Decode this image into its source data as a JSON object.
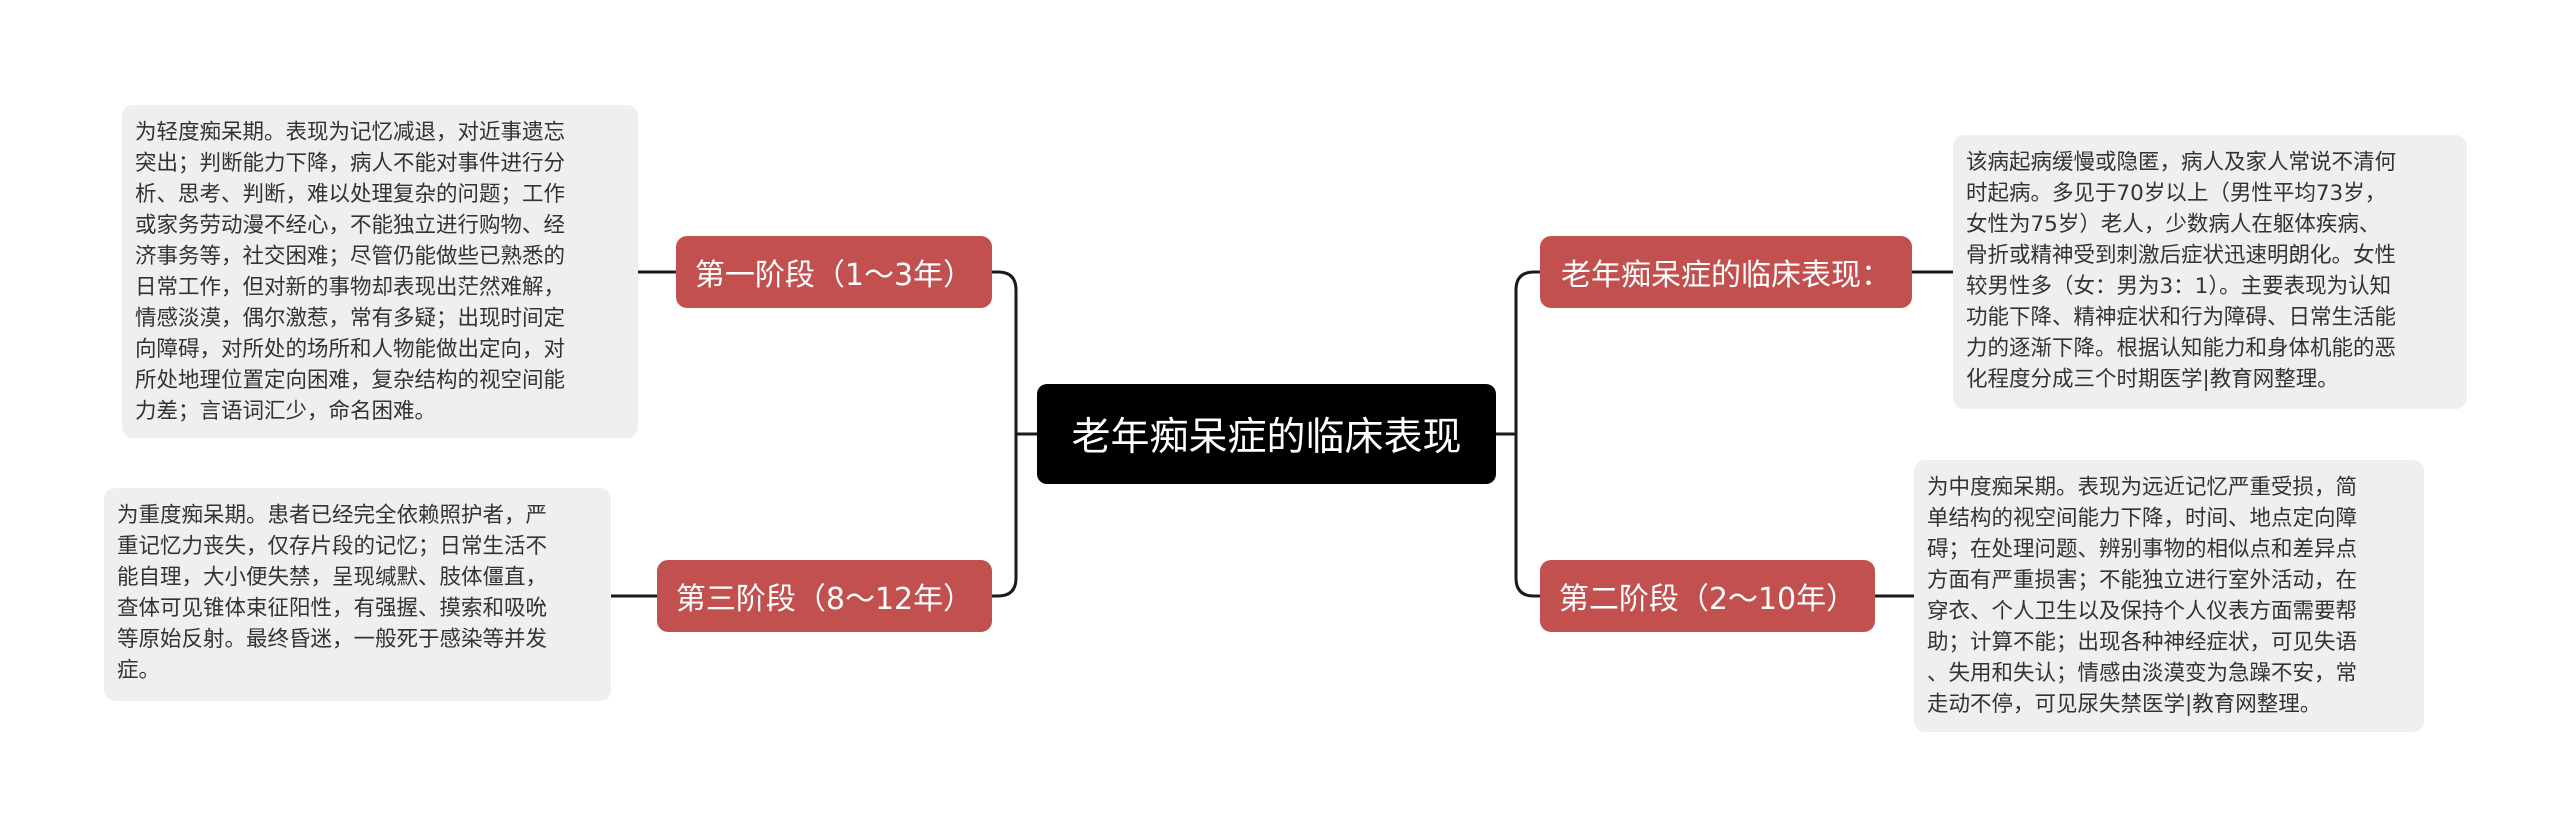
{
  "root": {
    "title": "老年痴呆症的临床表现"
  },
  "branches": {
    "stage1": {
      "label": "第一阶段（1～3年）"
    },
    "stage3": {
      "label": "第三阶段（8～12年）"
    },
    "overview": {
      "label": "老年痴呆症的临床表现："
    },
    "stage2": {
      "label": "第二阶段（2～10年）"
    }
  },
  "notes": {
    "stage1": "为轻度痴呆期。表现为记忆减退，对近事遗忘\n突出；判断能力下降，病人不能对事件进行分\n析、思考、判断，难以处理复杂的问题；工作\n或家务劳动漫不经心，不能独立进行购物、经\n济事务等，社交困难；尽管仍能做些已熟悉的\n日常工作，但对新的事物却表现出茫然难解，\n情感淡漠，偶尔激惹，常有多疑；出现时间定\n向障碍，对所处的场所和人物能做出定向，对\n所处地理位置定向困难，复杂结构的视空间能\n力差；言语词汇少，命名困难。",
    "stage3": "为重度痴呆期。患者已经完全依赖照护者，严\n重记忆力丧失，仅存片段的记忆；日常生活不\n能自理，大小便失禁，呈现缄默、肢体僵直，\n查体可见锥体束征阳性，有强握、摸索和吸吮\n等原始反射。最终昏迷，一般死于感染等并发\n症。",
    "overview": "该病起病缓慢或隐匿，病人及家人常说不清何\n时起病。多见于70岁以上（男性平均73岁，\n女性为75岁）老人，少数病人在躯体疾病、\n骨折或精神受到刺激后症状迅速明朗化。女性\n较男性多（女：男为3：1）。主要表现为认知\n功能下降、精神症状和行为障碍、日常生活能\n力的逐渐下降。根据认知能力和身体机能的恶\n化程度分成三个时期医学|教育网整理。",
    "stage2": "为中度痴呆期。表现为远近记忆严重受损，简\n单结构的视空间能力下降，时间、地点定向障\n碍；在处理问题、辨别事物的相似点和差异点\n方面有严重损害；不能独立进行室外活动，在\n穿衣、个人卫生以及保持个人仪表方面需要帮\n助；计算不能；出现各种神经症状，可见失语\n、失用和失认；情感由淡漠变为急躁不安，常\n走动不停，可见尿失禁医学|教育网整理。"
  },
  "colors": {
    "root_bg": "#000000",
    "branch_bg": "#c1504f",
    "note_bg": "#efefef",
    "connector": "#1a1a1a"
  }
}
